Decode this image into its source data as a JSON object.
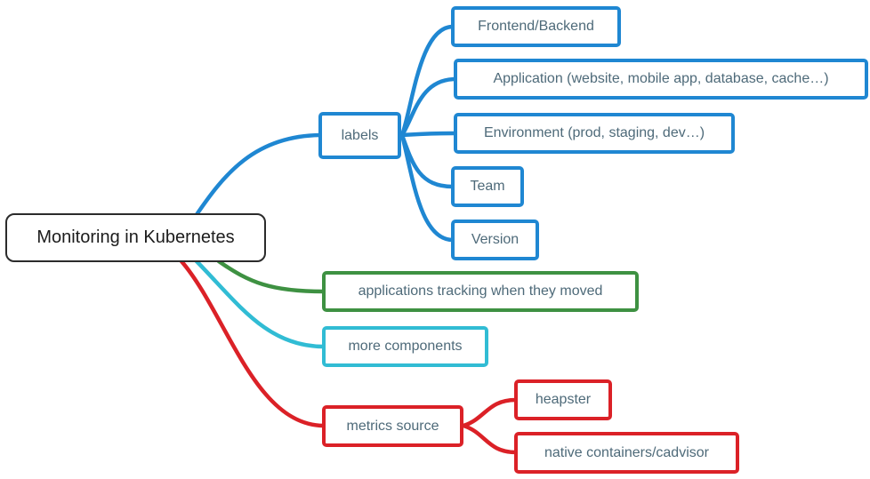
{
  "colors": {
    "blue": "#1f87d2",
    "green": "#3e9142",
    "cyan": "#31bcd4",
    "red": "#db2127",
    "node_text": "#4e6a79",
    "root_border": "#2b2b2b",
    "root_text": "#1c1c1c"
  },
  "mindmap": {
    "root": {
      "label": "Monitoring in Kubernetes"
    },
    "branches": [
      {
        "label": "labels",
        "color": "blue",
        "children": [
          "Frontend/Backend",
          "Application (website, mobile app, database, cache…)",
          "Environment (prod, staging, dev…)",
          "Team",
          "Version"
        ]
      },
      {
        "label": "applications tracking when they moved",
        "color": "green",
        "children": []
      },
      {
        "label": "more components",
        "color": "cyan",
        "children": []
      },
      {
        "label": "metrics source",
        "color": "red",
        "children": [
          "heapster",
          "native containers/cadvisor"
        ]
      }
    ]
  }
}
